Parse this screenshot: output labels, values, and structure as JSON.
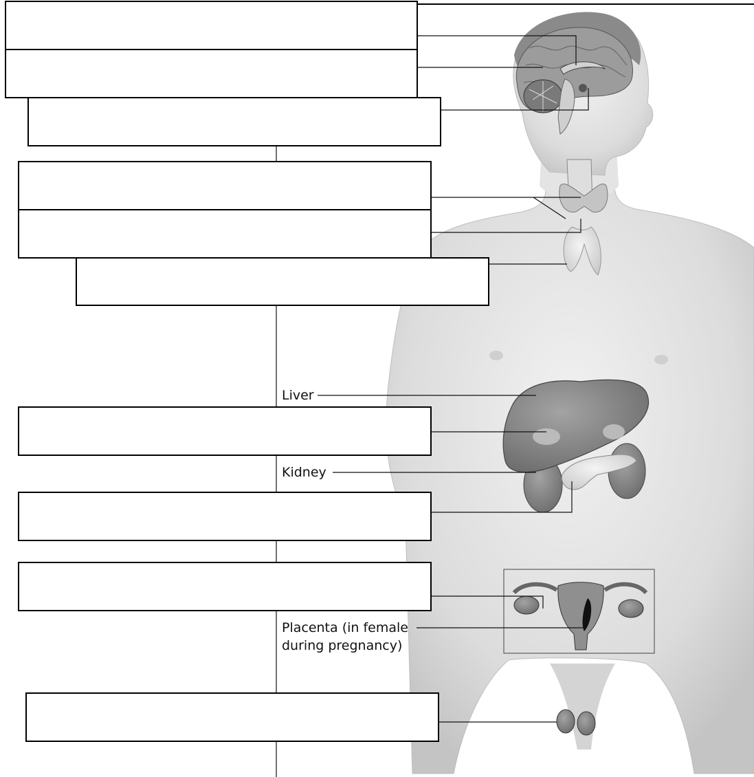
{
  "labels": {
    "liver": "Liver",
    "kidney": "Kidney",
    "placenta_line1": "Placenta (in female",
    "placenta_line2": "during pregnancy)"
  },
  "blank_boxes_count": 10
}
